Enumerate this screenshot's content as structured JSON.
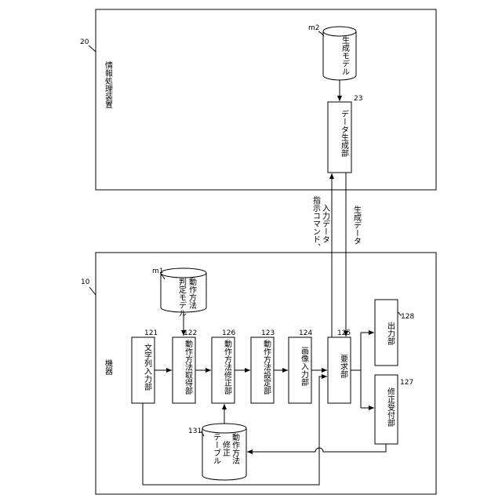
{
  "colors": {
    "line": "#000000",
    "background": "#ffffff"
  },
  "labels": {
    "server_ref": "20",
    "server_title": "情報処理装置",
    "device_ref": "10",
    "device_title": "機器",
    "m2_ref": "m2",
    "m2_label": "生成モデル",
    "gen_ref": "23",
    "gen_label": "データ生成部",
    "m1_ref": "m1",
    "m1_line1": "動作方法",
    "m1_line2": "判定モデル",
    "b121_ref": "121",
    "b121_label": "文字列入力部",
    "b122_ref": "122",
    "b122_label": "動作方法取得部",
    "b126_ref": "126",
    "b126_label": "動作方法修正部",
    "b123_ref": "123",
    "b123_label": "動作方法設定部",
    "b124_ref": "124",
    "b124_label": "画像入力部",
    "b125_ref": "125",
    "b125_label": "要求部",
    "b128_ref": "128",
    "b128_label": "出力部",
    "b127_ref": "127",
    "b127_label": "修正受付部",
    "t131_ref": "131",
    "t131_line1": "動作方法",
    "t131_line2": "修正",
    "t131_line3": "テーブル",
    "up_line1": "指示コマンド、",
    "up_line2": "入力データ",
    "down_label": "生成データ"
  }
}
